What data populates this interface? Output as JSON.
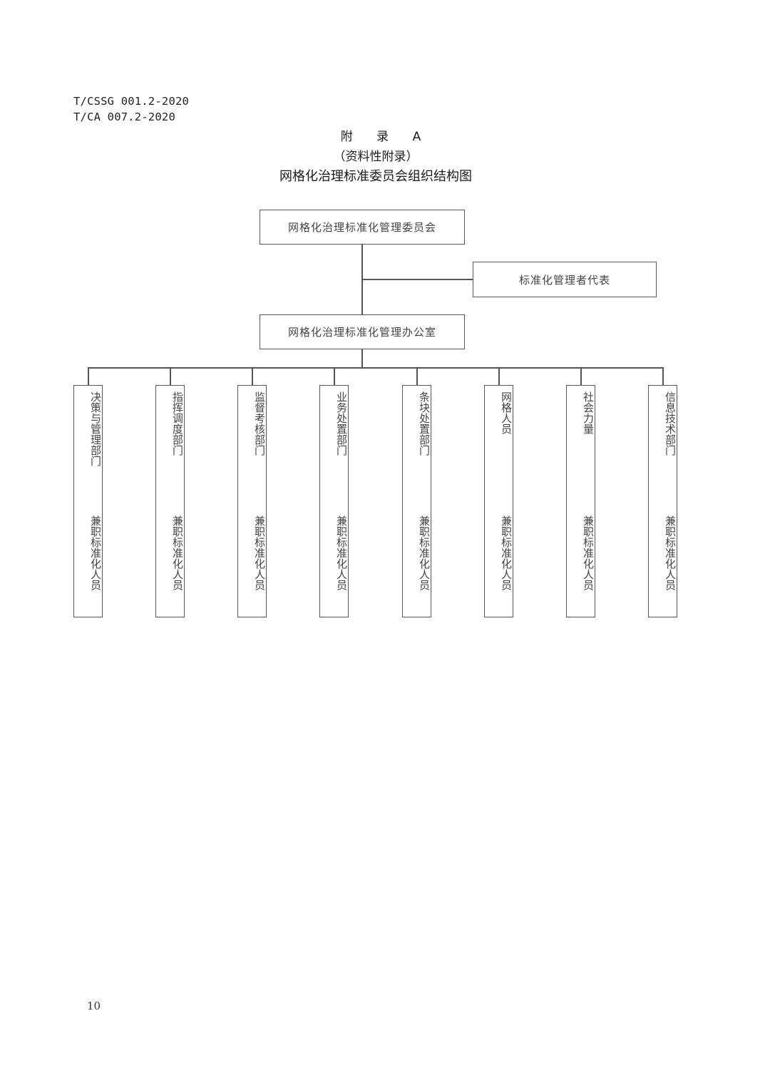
{
  "header": {
    "standard_code_1": "T/CSSG 001.2-2020",
    "standard_code_2": "T/CA 007.2-2020"
  },
  "title": {
    "appendix": "附 录 A",
    "appendix_type": "（资料性附录）",
    "diagram_title": "网格化治理标准委员会组织结构图"
  },
  "org_chart": {
    "top": "网格化治理标准化管理委员会",
    "side": "标准化管理者代表",
    "office": "网格化治理标准化管理办公室",
    "departments": [
      {
        "name": "决策与管理部门",
        "staff": "兼职标准化人员"
      },
      {
        "name": "指挥调度部门",
        "staff": "兼职标准化人员"
      },
      {
        "name": "监督考核部门",
        "staff": "兼职标准化人员"
      },
      {
        "name": "业务处置部门",
        "staff": "兼职标准化人员"
      },
      {
        "name": "条块处置部门",
        "staff": "兼职标准化人员"
      },
      {
        "name": "网格人员",
        "staff": "兼职标准化人员"
      },
      {
        "name": "社会力量",
        "staff": "兼职标准化人员"
      },
      {
        "name": "信息技术部门",
        "staff": "兼职标准化人员"
      }
    ]
  },
  "footer": {
    "page_number": "10"
  }
}
